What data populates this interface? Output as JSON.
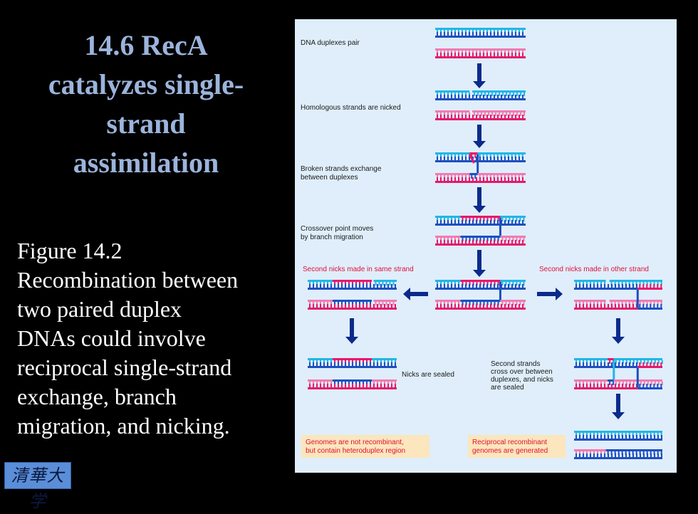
{
  "slide": {
    "title_lines": [
      "14.6 RecA",
      "catalyzes single-",
      "strand",
      "assimilation"
    ],
    "caption_lines": [
      "Figure 14.2",
      "Recombination between",
      "two paired duplex",
      "DNAs could involve",
      "reciprocal single-strand",
      "exchange, branch",
      "migration, and nicking."
    ],
    "logo_text": "清華大学"
  },
  "diagram": {
    "steps": [
      {
        "lines": [
          "DNA duplexes pair"
        ]
      },
      {
        "lines": [
          "Homologous strands are nicked"
        ]
      },
      {
        "lines": [
          "Broken strands exchange",
          "between duplexes"
        ]
      },
      {
        "lines": [
          "Crossover point moves",
          "by branch migration"
        ]
      }
    ],
    "branch_left": "Second nicks made in same strand",
    "branch_right": "Second nicks made in other strand",
    "sealed_left": "Nicks are sealed",
    "sealed_right": [
      "Second strands",
      "cross over between",
      "duplexes, and nicks",
      "are sealed"
    ],
    "result_left": [
      "Genomes are not recombinant,",
      "but contain heteroduplex region"
    ],
    "result_right": [
      "Reciprocal recombinant",
      "genomes are generated"
    ],
    "colors": {
      "cyan": "#21b6e6",
      "blue": "#1e4fbf",
      "pink": "#f27ab0",
      "magenta": "#e5196b",
      "arrow": "#0b2a8c",
      "result_box": "#fbe6bd"
    }
  }
}
